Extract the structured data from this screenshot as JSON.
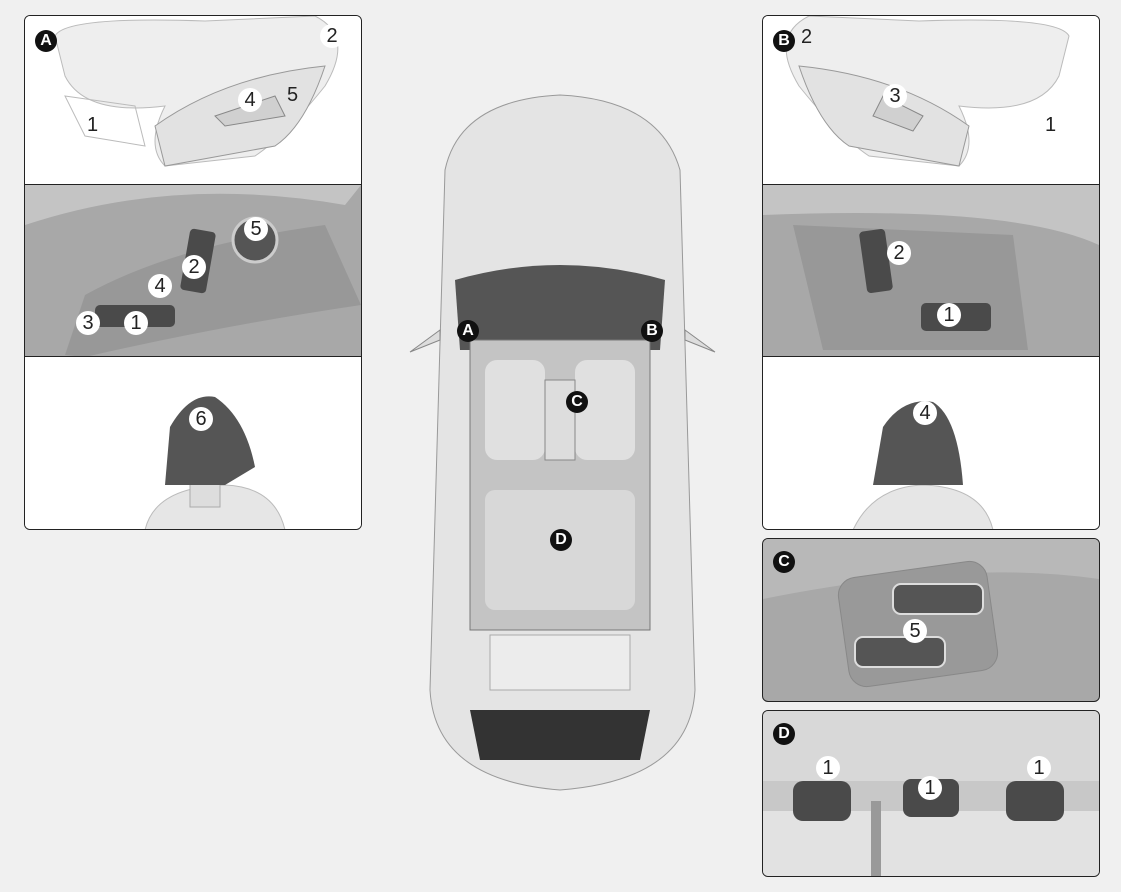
{
  "badges": {
    "a": "A",
    "b": "B",
    "c": "C",
    "d": "D"
  },
  "panel_a": {
    "seat_side": {
      "n1": "1",
      "n2": "2",
      "n4": "4",
      "n5": "5"
    },
    "switches": {
      "n1": "1",
      "n2": "2",
      "n3": "3",
      "n4": "4",
      "n5": "5"
    },
    "headrest": {
      "n6": "6"
    }
  },
  "panel_b": {
    "seat_side": {
      "n1": "1",
      "n2": "2",
      "n3": "3"
    },
    "switches": {
      "n1": "1",
      "n2": "2"
    },
    "headrest": {
      "n4": "4"
    }
  },
  "panel_c": {
    "n5": "5"
  },
  "panel_d": {
    "left": "1",
    "center": "1",
    "right": "1"
  },
  "colors": {
    "background": "#f0f0f0",
    "border": "#222222",
    "dark_part": "#555555",
    "panel_grey": "#a8a8a8"
  }
}
